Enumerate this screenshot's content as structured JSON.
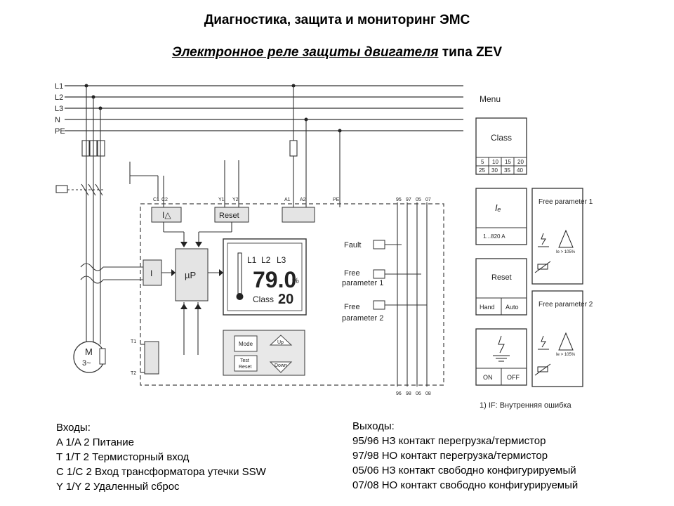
{
  "header": {
    "title": "Диагностика, защита и мониторинг ЭМС",
    "subtitle_underlined": "Электронное реле защиты двигателя",
    "subtitle_rest": " типа ZEV"
  },
  "schematic": {
    "lines": [
      "L1",
      "L2",
      "L3",
      "N",
      "PE"
    ],
    "menu_label": "Menu",
    "terminals": {
      "c1": "C1",
      "c2": "C2",
      "y1": "Y1",
      "y2": "Y2",
      "a1": "A1",
      "a2": "A2",
      "pe": "PE",
      "t95": "95",
      "t97": "97",
      "t05": "05",
      "t07": "07",
      "b96": "96",
      "b98": "98",
      "b06": "06",
      "b08": "08",
      "t1": "T1",
      "t2": "T2"
    },
    "blocks": {
      "current": "I",
      "micro": "µP",
      "reset": "Reset",
      "ssw": "I△",
      "motor": "M",
      "motor_sub": "3~"
    },
    "display": {
      "phases": [
        "L1",
        "L2",
        "L3"
      ],
      "value": "79.0",
      "unit": "%",
      "class_label": "Class",
      "class_value": "20"
    },
    "keypad": {
      "mode": "Mode",
      "up": "Up",
      "test": "Test",
      "reset": "Reset",
      "down": "Down"
    },
    "relays": {
      "fault": "Fault",
      "free1_line1": "Free",
      "free1_line2": "parameter 1",
      "free2_line1": "Free",
      "free2_line2": "parameter 2"
    },
    "menu": {
      "class_title": "Class",
      "class_values": [
        "5",
        "10",
        "15",
        "20",
        "25",
        "30",
        "35",
        "40"
      ],
      "ie_range": "1...820 A",
      "reset_title": "Reset",
      "reset_options": [
        "Hand",
        "Auto"
      ],
      "free1_title": "Free parameter 1",
      "free2_title": "Free parameter 2",
      "on_off": [
        "ON",
        "OFF"
      ],
      "ratio": "Ie > 105%",
      "footnote": "1) IF: Внутренняя ошибка"
    }
  },
  "inputs": {
    "title": "Входы:",
    "items": [
      "A 1/A 2 Питание",
      "T 1/T 2 Термисторный вход",
      "C 1/C 2 Вход трансформатора утечки SSW",
      "Y 1/Y 2 Удаленный сброс"
    ]
  },
  "outputs": {
    "title": "Выходы:",
    "items": [
      "95/96 НЗ контакт перегрузка/термистор",
      "97/98 НО контакт перегрузка/термистор",
      "05/06 НЗ контакт свободно конфигурируемый",
      "07/08 НО контакт свободно конфигурируемый"
    ]
  }
}
